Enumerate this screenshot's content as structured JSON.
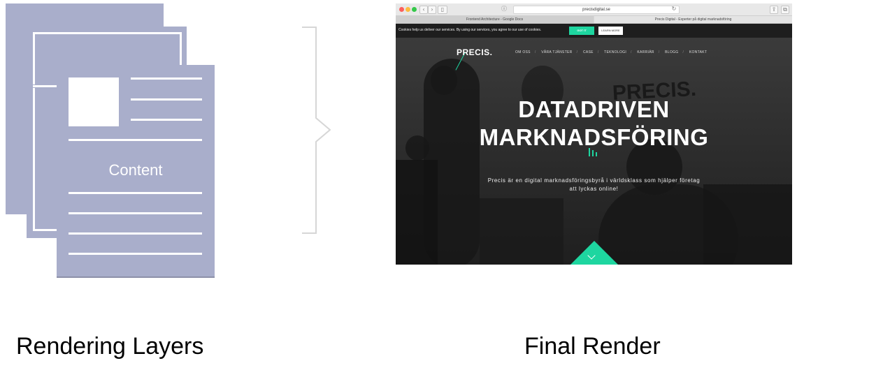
{
  "layers": {
    "content_label": "Content"
  },
  "screenshot": {
    "url": "precisdigital.se",
    "tabs": [
      "Frontend Architecture - Google Docs",
      "Precis Digital - Experter på digital marknadsföring"
    ],
    "cookie_text": "Cookies help us deliver our services. By using our services, you agree to our use of cookies.",
    "cookie_got_it": "GOT IT",
    "cookie_learn_more": "LEARN MORE",
    "logo": "PRECIS.",
    "nav": [
      "OM OSS",
      "VÅRA TJÄNSTER",
      "CASE",
      "TEKNOLOGI",
      "KARRIÄR",
      "BLOGG",
      "KONTAKT"
    ],
    "background_sign": "PRECIS.",
    "headline_line1": "DATADRIVEN",
    "headline_line2": "MARKNADSFÖRING",
    "subtitle_line1": "Precis är en digital marknadsföringsbyrå i världsklass som hjälper företag",
    "subtitle_line2": "att lyckas online!",
    "accent_color": "#1ed6a0"
  },
  "captions": {
    "left": "Rendering Layers",
    "right": "Final Render"
  },
  "colors": {
    "layer_fill": "#a9aecb",
    "bracket": "#d6d6d6"
  }
}
